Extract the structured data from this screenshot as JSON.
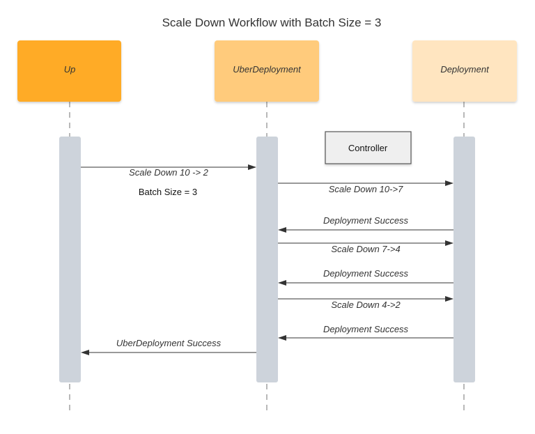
{
  "title": "Scale Down Workflow with Batch Size = 3",
  "participants": [
    {
      "label": "Up",
      "color": "#FFAB27"
    },
    {
      "label": "UberDeployment",
      "color": "#FFCB7C"
    },
    {
      "label": "Deployment",
      "color": "#FFE5C0"
    }
  ],
  "controller": {
    "label": "Controller"
  },
  "note": {
    "text": "Batch Size = 3"
  },
  "messages": [
    {
      "label": "Scale Down 10 -> 2"
    },
    {
      "label": "Scale Down 10->7"
    },
    {
      "label": "Deployment Success"
    },
    {
      "label": "Scale Down 7->4"
    },
    {
      "label": "Deployment Success"
    },
    {
      "label": "Scale Down 4->2"
    },
    {
      "label": "Deployment Success"
    },
    {
      "label": "UberDeployment Success"
    }
  ],
  "colors": {
    "activation_bar": "#CDD3DB",
    "arrow": "#333333",
    "lifeline": "#8A8A8A"
  }
}
